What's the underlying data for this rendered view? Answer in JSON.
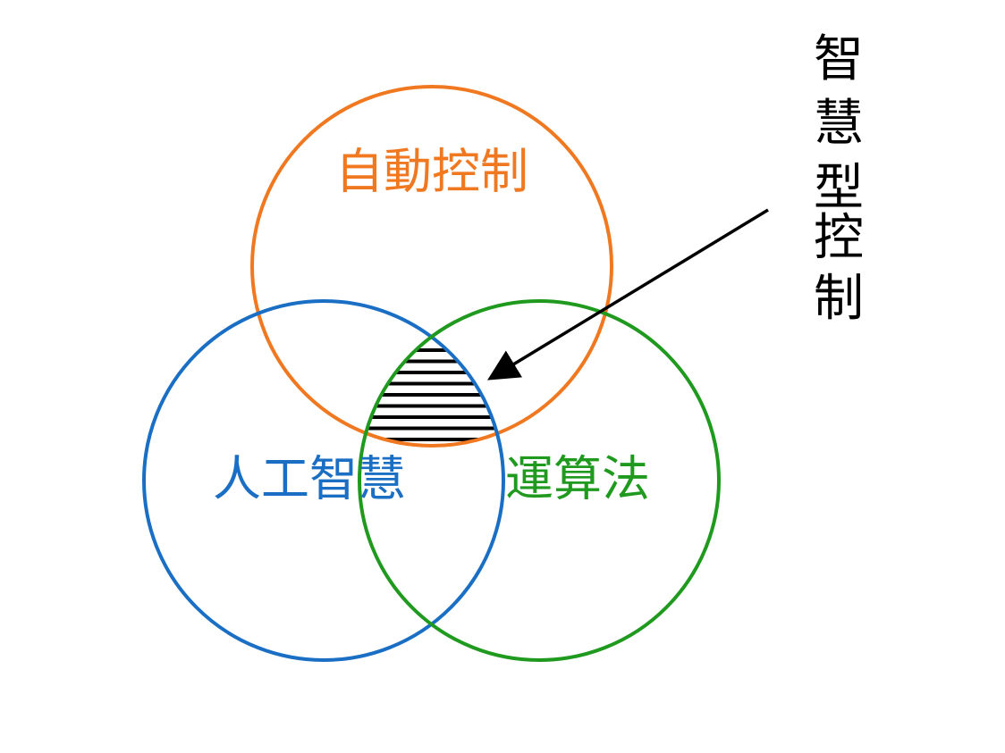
{
  "diagram": {
    "circles": [
      {
        "id": "auto-control",
        "label": "自動控制",
        "color": "#f07820"
      },
      {
        "id": "ai",
        "label": "人工智慧",
        "color": "#1a6fc4"
      },
      {
        "id": "algorithm",
        "label": "運算法",
        "color": "#1f9a1f"
      }
    ],
    "intersection_label": {
      "chars": [
        "智",
        "慧",
        "型",
        "控",
        "制"
      ]
    }
  }
}
